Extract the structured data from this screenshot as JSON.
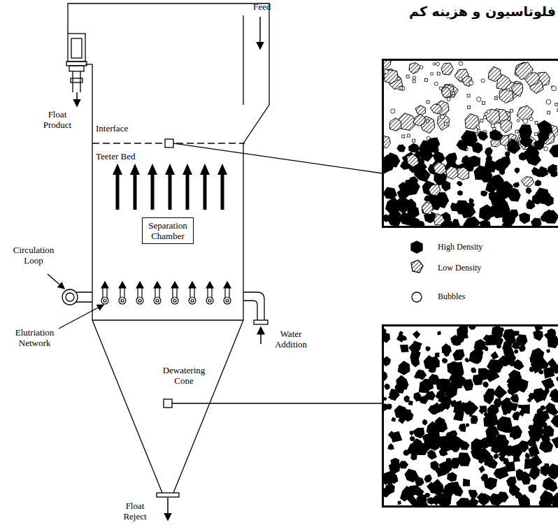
{
  "diagram": {
    "nodes": [
      {
        "text": [
          "Separation Chamber"
        ]
      }
    ],
    "labels": [
      "فلوتاسیون و هزینه کم",
      "Feed",
      "Interface",
      "Teeter Bed",
      "Float Product",
      "Circulation Loop",
      "Elutriation Network",
      "Water Addition",
      "Dewatering Cone",
      "Float Reject"
    ],
    "legend": [
      {
        "text": "High Density"
      },
      {
        "text": "Low Density"
      },
      {
        "text": "Bubbles"
      }
    ]
  }
}
